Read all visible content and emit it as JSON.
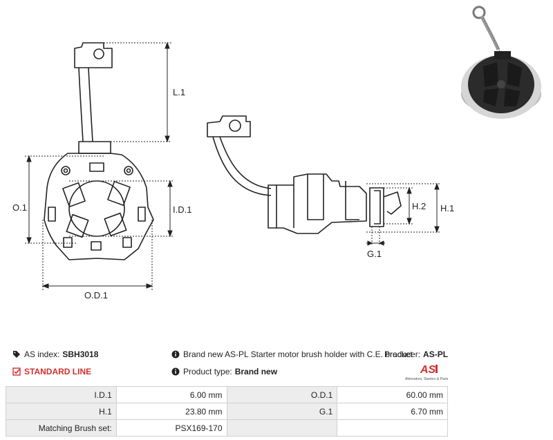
{
  "drawing": {
    "labels": {
      "l1": "L.1",
      "o1": "O.1",
      "id1": "I.D.1",
      "od1": "O.D.1",
      "h2": "H.2",
      "h1": "H.1",
      "g1": "G.1"
    }
  },
  "info": {
    "index_label": "AS index:",
    "index_value": "SBH3018",
    "standard_line": "STANDARD LINE",
    "description": "Brand new AS-PL Starter motor brush holder with C.E. bracket",
    "product_type_label": "Product type:",
    "product_type_value": "Brand new",
    "producer_label": "Producer:",
    "producer_value": "AS-PL",
    "logo_text": "AS",
    "logo_tagline": "Alternators, Starters & Parts"
  },
  "colors": {
    "accent": "#d32f2f",
    "line": "#222222",
    "table_key_bg": "#ededed",
    "table_border": "#cfcfcf"
  },
  "icons": {
    "index": "tag-icon",
    "standard": "checkbox-check-icon",
    "info": "info-circle-icon"
  },
  "params": {
    "rows": [
      {
        "k1": "I.D.1",
        "v1": "6.00 mm",
        "k2": "O.D.1",
        "v2": "60.00 mm"
      },
      {
        "k1": "H.1",
        "v1": "23.80 mm",
        "k2": "G.1",
        "v2": "6.70 mm"
      },
      {
        "k1": "Matching Brush set:",
        "v1": "PSX169-170",
        "k2": "",
        "v2": ""
      }
    ]
  }
}
